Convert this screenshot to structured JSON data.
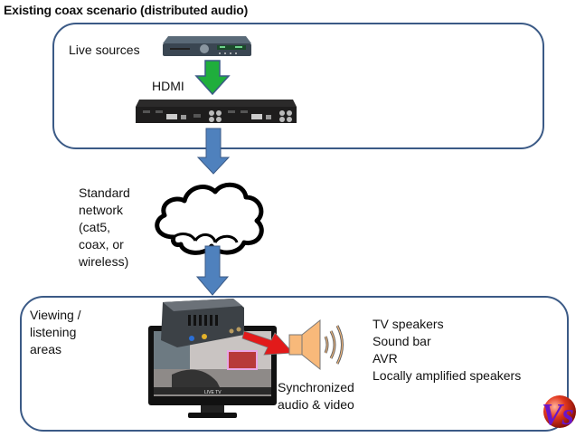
{
  "title": "Existing coax scenario (distributed audio)",
  "top_box": {
    "label": "Live sources",
    "connection_label": "HDMI",
    "source_device_icon": "set-top-box",
    "transmitter_device_icon": "rack-transmitter"
  },
  "network": {
    "label_lines": [
      "Standard",
      "network",
      "(cat5,",
      "coax, or",
      "wireless)"
    ],
    "icon": "cloud-icon"
  },
  "bottom_box": {
    "label_lines": [
      "Viewing /",
      "listening",
      "areas"
    ],
    "sync_label_lines": [
      "Synchronized",
      "audio & video"
    ],
    "output_list": [
      "TV speakers",
      "Sound bar",
      "AVR",
      "Locally amplified speakers"
    ],
    "tv_screen_text": "LIVE TV"
  },
  "logo": {
    "text": "Vs"
  },
  "colors": {
    "box_border": "#3b5a86",
    "blue_arrow": "#4f81bd",
    "green_arrow": "#1fae3c",
    "red_arrow": "#e21a1a",
    "speaker": "#f8b97a"
  }
}
